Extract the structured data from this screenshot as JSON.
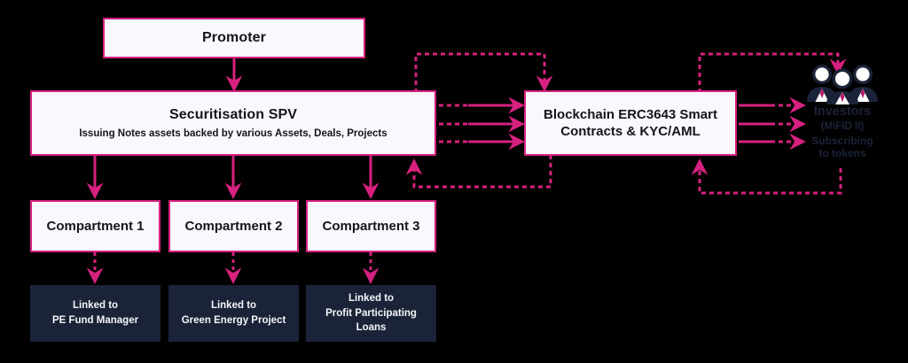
{
  "diagram": {
    "title": "Securitisation SPV tokenisation structure",
    "colors": {
      "accent_pink": "#d6217f",
      "dark_navy": "#1b2338",
      "box_fill": "#f9f8fc",
      "background": "#000000",
      "light_text": "#f4f5f9",
      "dark_text": "#16141c"
    },
    "nodes": {
      "promoter": {
        "label": "Promoter"
      },
      "spv": {
        "title": "Securitisation SPV",
        "subtitle": "Issuing Notes assets backed by various Assets, Deals, Projects"
      },
      "blockchain": {
        "line1": "Blockchain ERC3643 Smart",
        "line2": "Contracts & KYC/AML"
      },
      "investors": {
        "icon": "people-group-icon",
        "name": "Investors",
        "regulation": "(MiFID II)",
        "action_line1": "Subscribing",
        "action_line2": "to tokens"
      },
      "compartments": [
        {
          "label": "Compartment 1"
        },
        {
          "label": "Compartment 2"
        },
        {
          "label": "Compartment 3"
        }
      ],
      "linked_assets": [
        {
          "line1": "Linked to",
          "line2": "PE Fund Manager",
          "line3": ""
        },
        {
          "line1": "Linked to",
          "line2": "Green Energy Project",
          "line3": ""
        },
        {
          "line1": "Linked to",
          "line2": "Profit Participating",
          "line3": "Loans"
        }
      ]
    },
    "connectors": [
      {
        "name": "promoter-to-spv",
        "style": "solid",
        "direction": "down"
      },
      {
        "name": "spv-to-compartment-1",
        "style": "solid",
        "direction": "down"
      },
      {
        "name": "spv-to-compartment-2",
        "style": "solid",
        "direction": "down"
      },
      {
        "name": "spv-to-compartment-3",
        "style": "solid",
        "direction": "down"
      },
      {
        "name": "compartment-1-to-pe-fund-manager",
        "style": "dashed",
        "direction": "down"
      },
      {
        "name": "compartment-2-to-green-energy-project",
        "style": "dashed",
        "direction": "down"
      },
      {
        "name": "compartment-3-to-profit-participating-loans",
        "style": "dashed",
        "direction": "down"
      },
      {
        "name": "spv-top-to-blockchain-top",
        "style": "dashed",
        "direction": "right-down"
      },
      {
        "name": "spv-to-blockchain-1",
        "style": "dashed-solid",
        "direction": "right"
      },
      {
        "name": "spv-to-blockchain-2",
        "style": "dashed-solid",
        "direction": "right"
      },
      {
        "name": "spv-to-blockchain-3",
        "style": "dashed-solid",
        "direction": "right"
      },
      {
        "name": "blockchain-back-to-spv",
        "style": "dashed",
        "direction": "left-up"
      },
      {
        "name": "blockchain-top-to-investors",
        "style": "dashed",
        "direction": "right-down"
      },
      {
        "name": "blockchain-to-investors-1",
        "style": "solid-dashed",
        "direction": "right"
      },
      {
        "name": "blockchain-to-investors-2",
        "style": "solid-dashed",
        "direction": "right"
      },
      {
        "name": "blockchain-to-investors-3",
        "style": "solid-dashed",
        "direction": "right"
      },
      {
        "name": "investors-back-to-blockchain",
        "style": "dashed",
        "direction": "left-up"
      }
    ]
  }
}
